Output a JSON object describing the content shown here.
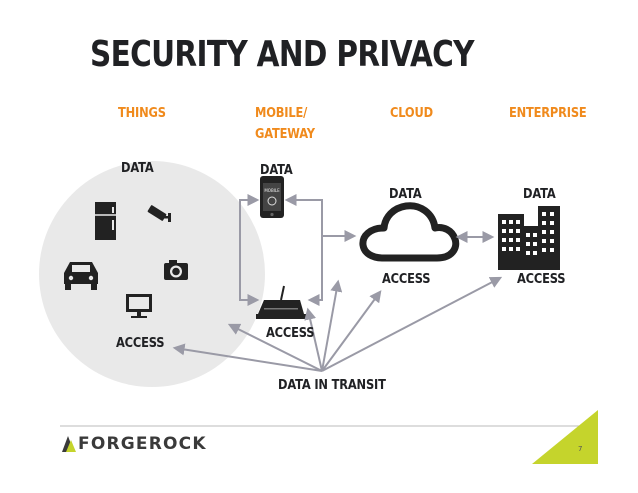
{
  "slide": {
    "title": "Security and Privacy",
    "page_number": "7"
  },
  "columns": {
    "things": "Things",
    "mobile_gateway_line1": "Mobile/",
    "mobile_gateway_line2": "Gateway",
    "cloud": "Cloud",
    "enterprise": "Enterprise"
  },
  "labels": {
    "things_data": "Data",
    "things_access": "Access",
    "mobile_data": "Data",
    "gateway_access": "Access",
    "cloud_data": "Data",
    "cloud_access": "Access",
    "enterprise_data": "Data",
    "enterprise_access": "Access",
    "data_in_transit": "Data in Transit"
  },
  "phone_screen_text": "MOBILE",
  "brand": {
    "name": "FORGEROCK"
  },
  "colors": {
    "accent_orange": "#f08a1c",
    "brand_green": "#c5d42c",
    "icon_dark": "#222222",
    "arrow_gray": "#9a9aa6",
    "circle_fill": "#e9e9e9"
  },
  "icons": [
    "refrigerator-icon",
    "security-camera-icon",
    "car-icon",
    "photo-camera-icon",
    "monitor-icon",
    "smartphone-icon",
    "wifi-router-icon",
    "cloud-icon",
    "office-buildings-icon",
    "forgerock-logo-icon"
  ]
}
